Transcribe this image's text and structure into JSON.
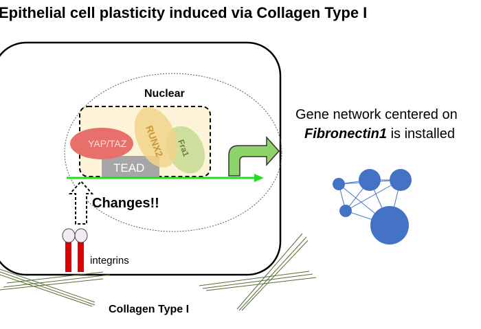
{
  "title": "Epithelial cell plasticity induced via Collagen Type I",
  "nucleus_label": "Nuclear",
  "factors": {
    "yap_taz": "YAP/TAZ",
    "runx2": "RUNX2",
    "fra1": "Fra1",
    "tead": "TEAD"
  },
  "changes_label": "Changes!!",
  "integrins_label": "integrins",
  "collagen_label": "Collagen Type I",
  "gene_network": {
    "line1": "Gene network centered on",
    "gene": "Fibronectin1",
    "line2_suffix": " is installed"
  },
  "colors": {
    "yap_taz": "#e8706a",
    "runx2": "#f2d28a",
    "fra1": "#c8dc96",
    "tead": "#a6a6a6",
    "dna_line": "#22dd22",
    "network_node": "#4472c4",
    "integrin_stem": "#dd0000",
    "collagen_fiber": "#556b2f"
  }
}
